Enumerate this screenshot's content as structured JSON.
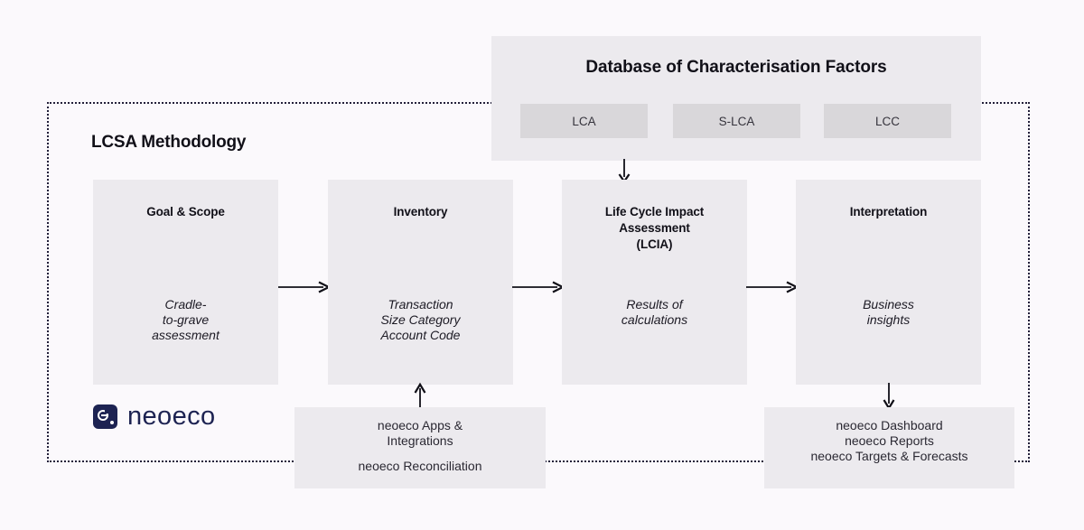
{
  "diagram": {
    "title": "LCSA Methodology",
    "database": {
      "title": "Database of Characterisation Factors",
      "chips": [
        {
          "label": "LCA"
        },
        {
          "label": "S-LCA"
        },
        {
          "label": "LCC"
        }
      ]
    },
    "stages": [
      {
        "title": "Goal & Scope",
        "subtitle": "Cradle-\nto-grave\nassessment"
      },
      {
        "title": "Inventory",
        "subtitle": "Transaction\nSize Category\nAccount Code"
      },
      {
        "title": "Life Cycle Impact\nAssessment\n(LCIA)",
        "subtitle": "Results of\ncalculations"
      },
      {
        "title": "Interpretation",
        "subtitle": "Business\ninsights"
      }
    ],
    "features": [
      {
        "line1": "neoeco Apps &",
        "line2": "Integrations",
        "line3": "neoeco Reconciliation"
      },
      {
        "line1": "neoeco Dashboard",
        "line2": "neoeco Reports",
        "line3": "neoeco Targets & Forecasts"
      }
    ],
    "logo": {
      "wordmark": "neoeco"
    },
    "colors": {
      "background": "#fbf9fc",
      "panel": "#eceaee",
      "chip": "#d9d7da",
      "ink": "#111018",
      "brand": "#1d2352"
    }
  }
}
